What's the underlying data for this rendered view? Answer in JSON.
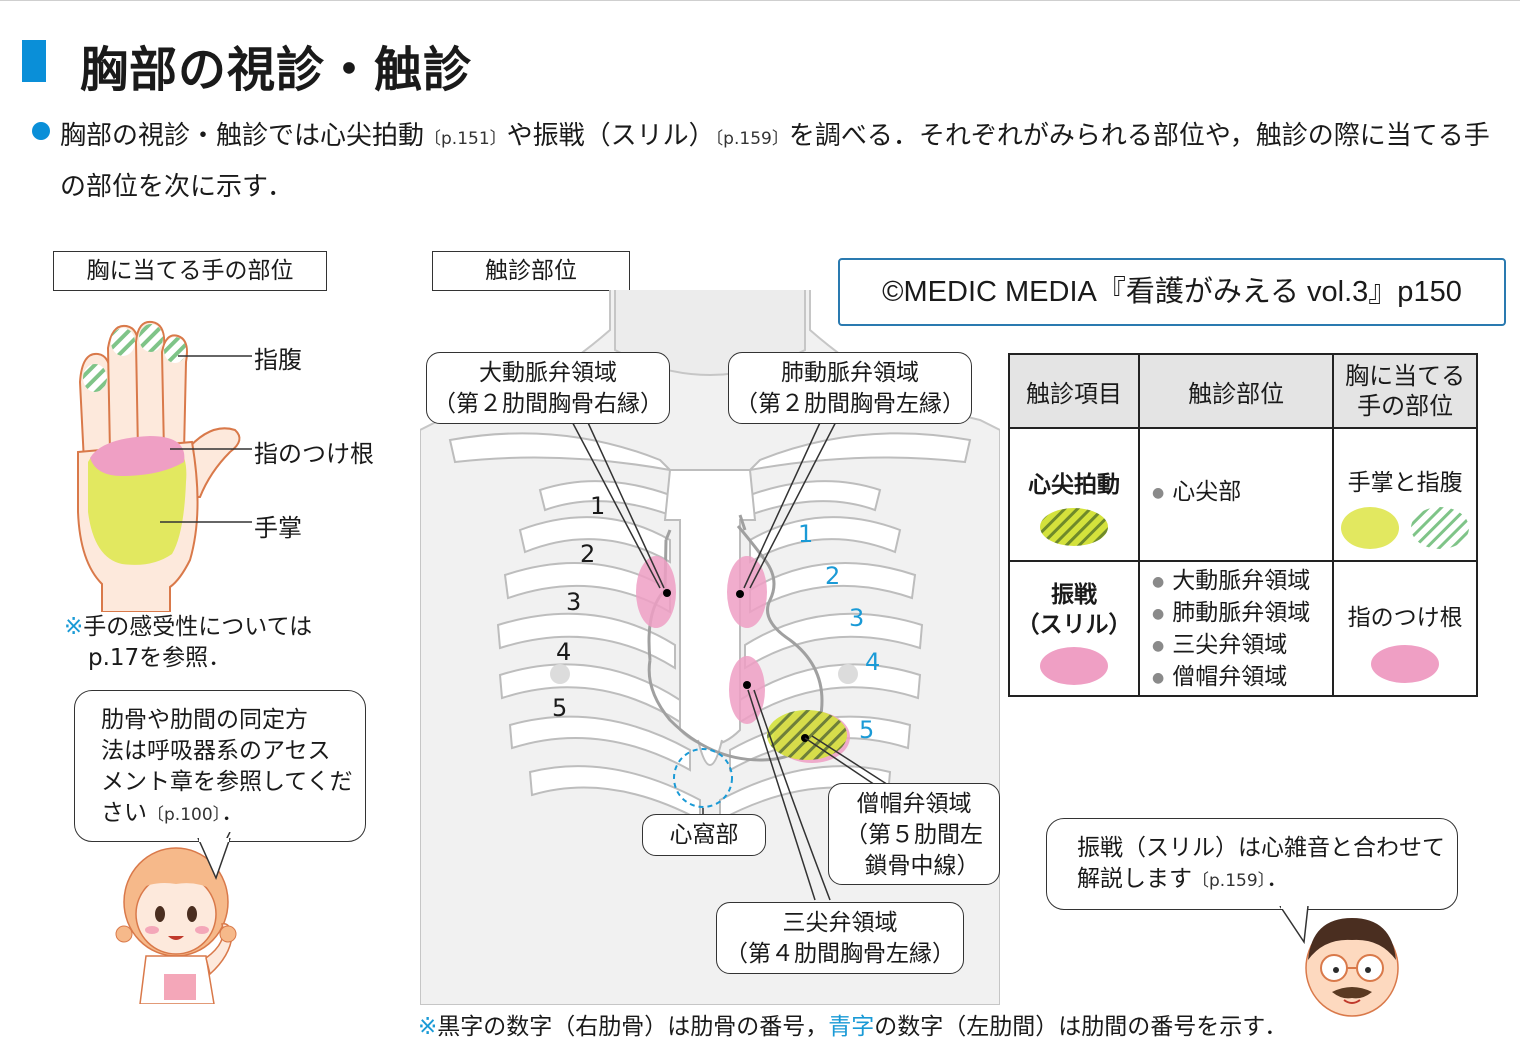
{
  "header": {
    "title": "胸部の視診・触診",
    "accent_color": "#0a8fd8"
  },
  "intro": {
    "part1": "胸部の視診・触診では心尖拍動",
    "ref1": "〔p.151〕",
    "part2": "や振戦（スリル）",
    "ref2": "〔p.159〕",
    "part3": "を調べる．それぞれがみられる部位や，触診の際に当てる手の部位を次に示す．"
  },
  "hand_section": {
    "title": "胸に当てる手の部位",
    "labels": {
      "finger_pad": "指腹",
      "finger_base": "指のつけ根",
      "palm": "手掌"
    },
    "note_mark": "※",
    "note_line1": "手の感受性については",
    "note_line2": "p.17を参照．",
    "speech_line1": "肋骨や肋間の同定方",
    "speech_line2": "法は呼吸器系のアセス",
    "speech_line3": "メント章を参照してくだ",
    "speech_line4": "さい",
    "speech_ref": "〔p.100〕",
    "speech_end": "．"
  },
  "chest_section": {
    "title": "触診部位",
    "callouts": {
      "aortic_1": "大動脈弁領域",
      "aortic_2": "（第２肋間胸骨右縁）",
      "pulmonic_1": "肺動脈弁領域",
      "pulmonic_2": "（第２肋間胸骨左縁）",
      "mitral_1": "僧帽弁領域",
      "mitral_2": "（第５肋間左",
      "mitral_3": "鎖骨中線）",
      "tricuspid_1": "三尖弁領域",
      "tricuspid_2": "（第４肋間胸骨左縁）",
      "epigastric": "心窩部"
    },
    "rib_numbers": [
      "1",
      "2",
      "3",
      "4",
      "5"
    ],
    "intercostal_numbers": [
      "1",
      "2",
      "3",
      "4",
      "5"
    ],
    "intercostal_color": "#1a9ad6",
    "note_mark": "※",
    "note_part1": "黒字の数字（右肋骨）は肋骨の番号，",
    "note_blue": "青字",
    "note_part2": "の数字（左肋間）は肋間の番号を示す．"
  },
  "copyright": "©MEDIC MEDIA『看護がみえる vol.3』p150",
  "table": {
    "headers": [
      "触診項目",
      "触診部位",
      "胸に当てる",
      "手の部位"
    ],
    "row1": {
      "item": "心尖拍動",
      "site": "心尖部",
      "hand": "手掌と指腹"
    },
    "row2": {
      "item1": "振戦",
      "item2": "（スリル）",
      "sites": [
        "大動脈弁領域",
        "肺動脈弁領域",
        "三尖弁領域",
        "僧帽弁領域"
      ],
      "hand": "指のつけ根"
    }
  },
  "doctor_speech": {
    "line1": "振戦（スリル）は心雑音と合わせて",
    "line2": "解説します",
    "ref": "〔p.159〕",
    "end": "．"
  },
  "colors": {
    "palm_yellow": "#e2e860",
    "finger_pink": "#ef9fc4",
    "pad_green": "#7fc488",
    "note_mark": "#1a9ad6"
  }
}
